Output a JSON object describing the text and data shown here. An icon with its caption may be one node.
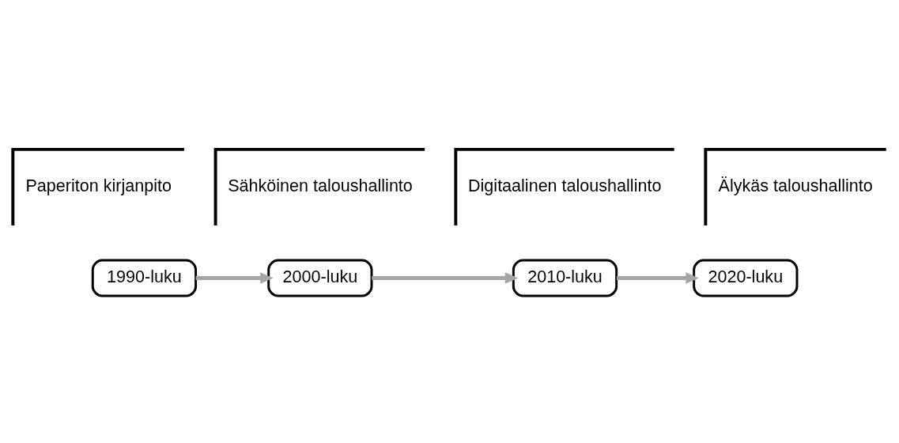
{
  "diagram": {
    "nodes": [
      {
        "text": [
          "Paperiton kirjanpito"
        ]
      },
      {
        "text": [
          "Sähköinen taloushallinto"
        ]
      },
      {
        "text": [
          "Digitaalinen taloushallinto"
        ]
      },
      {
        "text": [
          "Älykäs taloushallinto"
        ]
      },
      {
        "text": [
          "1990-luku"
        ]
      },
      {
        "text": [
          "2000-luku"
        ]
      },
      {
        "text": [
          "2010-luku"
        ]
      },
      {
        "text": [
          "2020-luku"
        ]
      }
    ],
    "edges": [
      {
        "from": 4,
        "to": 5,
        "arrow": "to"
      },
      {
        "from": 5,
        "to": 6,
        "arrow": "to"
      },
      {
        "from": 6,
        "to": 7,
        "arrow": "to"
      }
    ]
  }
}
